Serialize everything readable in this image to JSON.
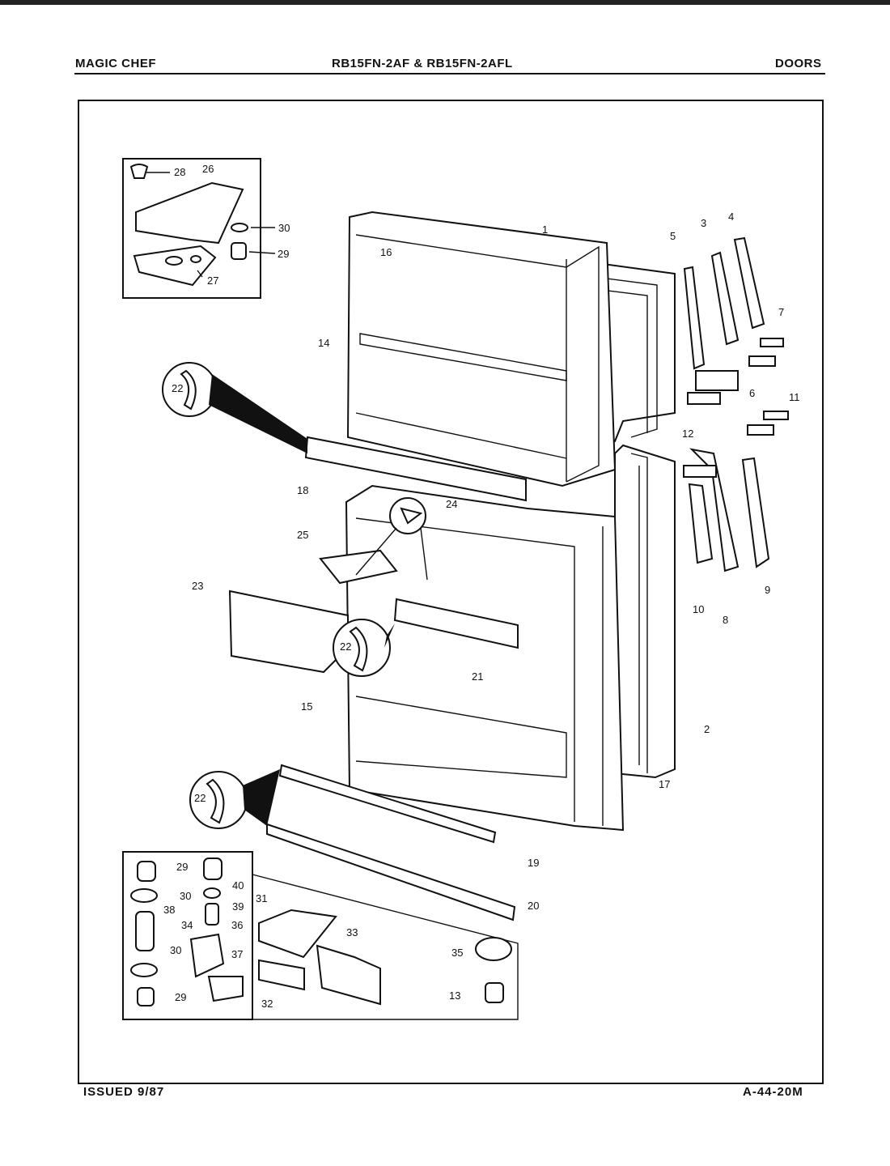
{
  "header": {
    "brand": "MAGIC CHEF",
    "models": "RB15FN-2AF & RB15FN-2AFL",
    "section": "DOORS"
  },
  "footer": {
    "issued": "ISSUED 9/87",
    "code": "A-44-20M"
  },
  "diagram": {
    "part_numbers": [
      "1",
      "2",
      "3",
      "4",
      "5",
      "6",
      "7",
      "8",
      "9",
      "10",
      "11",
      "12",
      "13",
      "14",
      "15",
      "16",
      "17",
      "18",
      "19",
      "20",
      "21",
      "22",
      "23",
      "24",
      "25",
      "26",
      "27",
      "28",
      "29",
      "30",
      "31",
      "32",
      "33",
      "34",
      "35",
      "36",
      "37",
      "38",
      "39",
      "40"
    ]
  }
}
